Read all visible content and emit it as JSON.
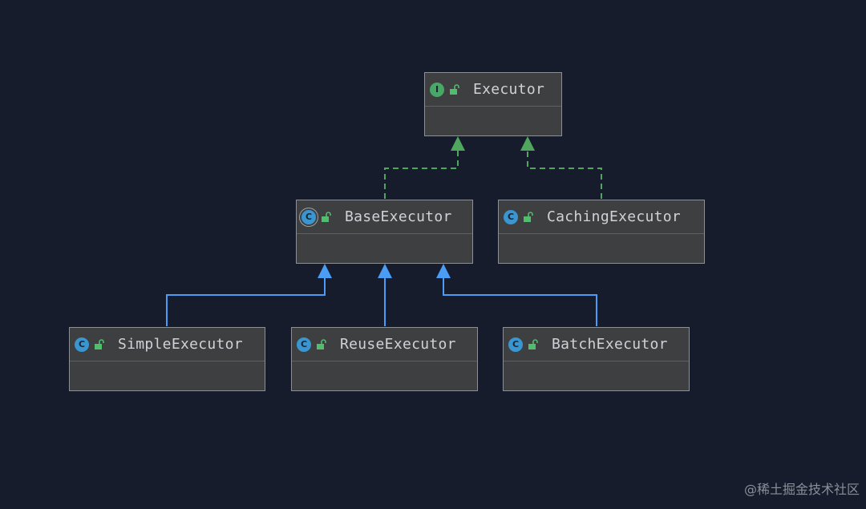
{
  "colors": {
    "background": "#161c2c",
    "node_fill": "#3d3f41",
    "node_border": "#8c9094",
    "realization_edge": "#4fa65d",
    "inheritance_edge": "#4b9cf4",
    "interface_badge": "#48a767",
    "class_badge": "#3a96d0",
    "lock_icon": "#4fbf6b"
  },
  "nodes": {
    "executor": {
      "name": "Executor",
      "badge": "I",
      "badge_icon": "interface-icon",
      "access_icon": "public-lock-icon"
    },
    "base_executor": {
      "name": "BaseExecutor",
      "badge": "C",
      "badge_icon": "abstract-class-icon",
      "access_icon": "public-lock-icon"
    },
    "caching_executor": {
      "name": "CachingExecutor",
      "badge": "C",
      "badge_icon": "class-icon",
      "access_icon": "public-lock-icon"
    },
    "simple_executor": {
      "name": "SimpleExecutor",
      "badge": "C",
      "badge_icon": "class-icon",
      "access_icon": "public-lock-icon"
    },
    "reuse_executor": {
      "name": "ReuseExecutor",
      "badge": "C",
      "badge_icon": "class-icon",
      "access_icon": "public-lock-icon"
    },
    "batch_executor": {
      "name": "BatchExecutor",
      "badge": "C",
      "badge_icon": "class-icon",
      "access_icon": "public-lock-icon"
    }
  },
  "edges": [
    {
      "from": "BaseExecutor",
      "to": "Executor",
      "kind": "realization"
    },
    {
      "from": "CachingExecutor",
      "to": "Executor",
      "kind": "realization"
    },
    {
      "from": "SimpleExecutor",
      "to": "BaseExecutor",
      "kind": "inheritance"
    },
    {
      "from": "ReuseExecutor",
      "to": "BaseExecutor",
      "kind": "inheritance"
    },
    {
      "from": "BatchExecutor",
      "to": "BaseExecutor",
      "kind": "inheritance"
    }
  ],
  "watermark": "@稀土掘金技术社区"
}
